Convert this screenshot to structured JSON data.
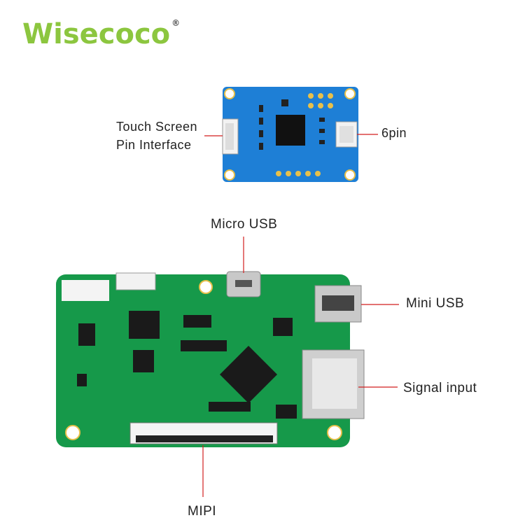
{
  "brand": {
    "logo_text": "Wisecoco",
    "registered": "®"
  },
  "callouts": {
    "touch_line1": "Touch Screen",
    "touch_line2": "Pin Interface",
    "six_pin": "6pin",
    "micro_usb": "Micro USB",
    "mini_usb": "Mini USB",
    "signal_input": "Signal input",
    "mipi": "MIPI"
  },
  "colors": {
    "small_board": "#1e7fd6",
    "main_board": "#16994a",
    "callout_line": "#d21f1f",
    "logo": "#8cc63f"
  }
}
